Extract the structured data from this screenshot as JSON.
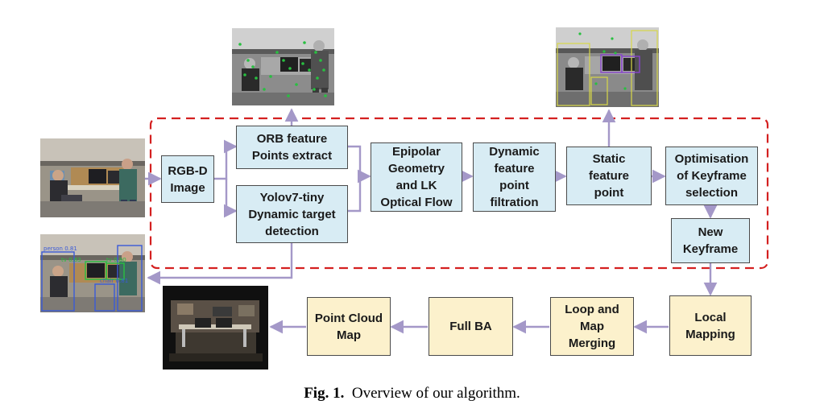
{
  "nodes": {
    "rgbd_image": "RGB-D\nImage",
    "orb_extract": "ORB feature\nPoints extract",
    "yolo_detect": "Yolov7-tiny\nDynamic target\ndetection",
    "epipolar_lk": "Epipolar\nGeometry\nand LK\nOptical Flow",
    "dynamic_filter": "Dynamic\nfeature\npoint\nfiltration",
    "static_point": "Static\nfeature\npoint",
    "keyframe_opt": "Optimisation\nof Keyframe\nselection",
    "new_keyframe": "New\nKeyframe",
    "local_mapping": "Local\nMapping",
    "loop_merging": "Loop and\nMap\nMerging",
    "full_ba": "Full BA",
    "point_cloud": "Point Cloud\nMap"
  },
  "detection_labels": {
    "person_1": "person 0.81",
    "tv_1": "tv 0.83",
    "tv_2": "tv 0.80",
    "chair": "chair 0.81"
  },
  "caption": {
    "label": "Fig. 1.",
    "text": "Overview of our algorithm."
  },
  "colors": {
    "process_box": "#d8ecf4",
    "backend_box": "#fcf1cc",
    "arrow": "#a498c8",
    "dashed_region": "#d42020"
  }
}
